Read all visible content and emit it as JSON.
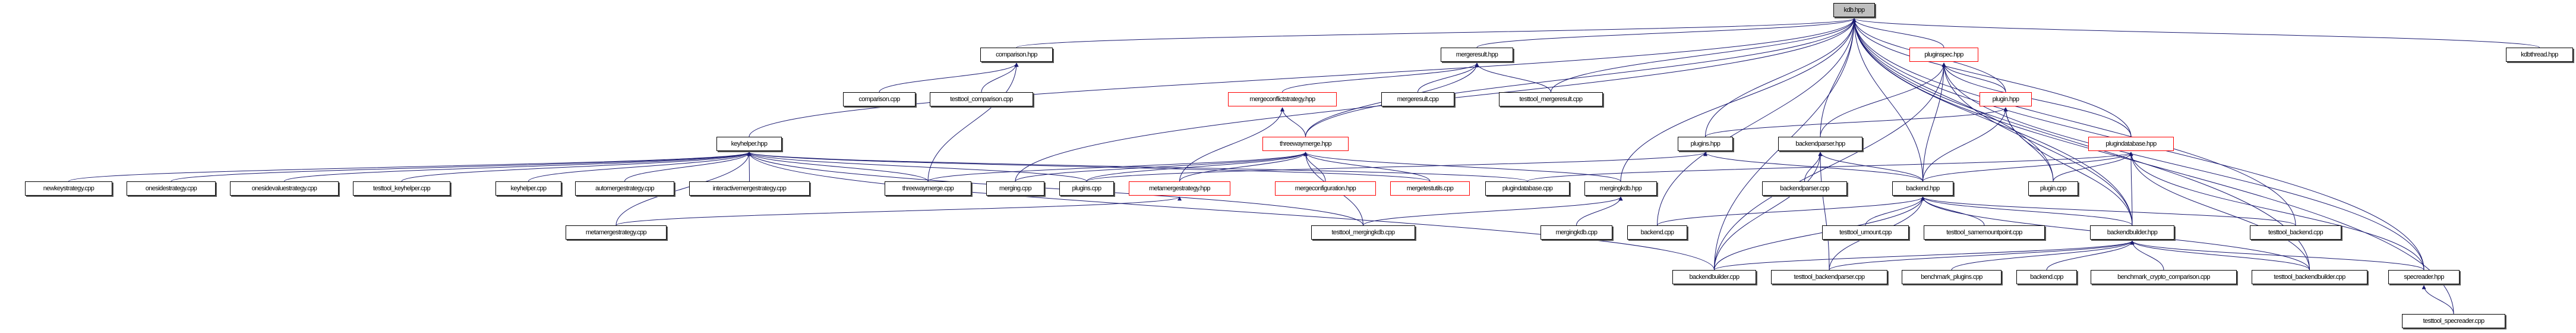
{
  "graph": {
    "type": "include-dependency-graph",
    "edge_color": "#191970",
    "highlight_border_color": "#ff0000",
    "root_fill_color": "#bfbfbf",
    "nodes": [
      {
        "id": "kdb_hpp",
        "label": "kdb.hpp",
        "style": "root"
      },
      {
        "id": "comparison_hpp",
        "label": "comparison.hpp",
        "style": "normal"
      },
      {
        "id": "mergeresult_hpp",
        "label": "mergeresult.hpp",
        "style": "normal"
      },
      {
        "id": "pluginspec_hpp",
        "label": "pluginspec.hpp",
        "style": "red"
      },
      {
        "id": "kdbthread_hpp",
        "label": "kdbthread.hpp",
        "style": "normal"
      },
      {
        "id": "comparison_cpp",
        "label": "comparison.cpp",
        "style": "normal"
      },
      {
        "id": "testtool_comparison_cpp",
        "label": "testtool_comparison.cpp",
        "style": "normal"
      },
      {
        "id": "mergeconflictstrategy_hpp",
        "label": "mergeconflictstrategy.hpp",
        "style": "red"
      },
      {
        "id": "mergeresult_cpp",
        "label": "mergeresult.cpp",
        "style": "normal"
      },
      {
        "id": "testtool_mergeresult_cpp",
        "label": "testtool_mergeresult.cpp",
        "style": "normal"
      },
      {
        "id": "plugin_hpp",
        "label": "plugin.hpp",
        "style": "red"
      },
      {
        "id": "keyhelper_hpp",
        "label": "keyhelper.hpp",
        "style": "normal"
      },
      {
        "id": "threewaymerge_hpp",
        "label": "threewaymerge.hpp",
        "style": "red"
      },
      {
        "id": "plugins_hpp",
        "label": "plugins.hpp",
        "style": "normal"
      },
      {
        "id": "backendparser_hpp",
        "label": "backendparser.hpp",
        "style": "normal"
      },
      {
        "id": "plugindatabase_hpp",
        "label": "plugindatabase.hpp",
        "style": "red"
      },
      {
        "id": "newkeystrategy_cpp",
        "label": "newkeystrategy.cpp",
        "style": "normal"
      },
      {
        "id": "onesidestrategy_cpp",
        "label": "onesidestrategy.cpp",
        "style": "normal"
      },
      {
        "id": "onesidevaluestrategy_cpp",
        "label": "onesidevaluestrategy.cpp",
        "style": "normal"
      },
      {
        "id": "testtool_keyhelper_cpp",
        "label": "testtool_keyhelper.cpp",
        "style": "normal"
      },
      {
        "id": "keyhelper_cpp",
        "label": "keyhelper.cpp",
        "style": "normal"
      },
      {
        "id": "automergestrategy_cpp",
        "label": "automergestrategy.cpp",
        "style": "normal"
      },
      {
        "id": "interactivemergestrategy_cpp",
        "label": "interactivemergestrategy.cpp",
        "style": "normal"
      },
      {
        "id": "threewaymerge_cpp",
        "label": "threewaymerge.cpp",
        "style": "normal"
      },
      {
        "id": "merging_cpp",
        "label": "merging.cpp",
        "style": "normal"
      },
      {
        "id": "plugins_cpp",
        "label": "plugins.cpp",
        "style": "normal"
      },
      {
        "id": "metamergestrategy_hpp",
        "label": "metamergestrategy.hpp",
        "style": "red"
      },
      {
        "id": "mergeconfiguration_hpp",
        "label": "mergeconfiguration.hpp",
        "style": "red"
      },
      {
        "id": "mergetestutils_cpp",
        "label": "mergetestutils.cpp",
        "style": "red"
      },
      {
        "id": "plugindatabase_cpp",
        "label": "plugindatabase.cpp",
        "style": "normal"
      },
      {
        "id": "mergingkdb_hpp",
        "label": "mergingkdb.hpp",
        "style": "normal"
      },
      {
        "id": "backendparser_cpp",
        "label": "backendparser.cpp",
        "style": "normal"
      },
      {
        "id": "backend_hpp",
        "label": "backend.hpp",
        "style": "normal"
      },
      {
        "id": "plugin_cpp",
        "label": "plugin.cpp",
        "style": "normal"
      },
      {
        "id": "metamergestrategy_cpp",
        "label": "metamergestrategy.cpp",
        "style": "normal"
      },
      {
        "id": "testtool_mergingkdb_cpp",
        "label": "testtool_mergingkdb.cpp",
        "style": "normal"
      },
      {
        "id": "mergingkdb_cpp",
        "label": "mergingkdb.cpp",
        "style": "normal"
      },
      {
        "id": "backend_cpp_a",
        "label": "backend.cpp",
        "style": "normal"
      },
      {
        "id": "testtool_umount_cpp",
        "label": "testtool_umount.cpp",
        "style": "normal"
      },
      {
        "id": "testtool_samemountpoint_cpp",
        "label": "testtool_samemountpoint.cpp",
        "style": "normal"
      },
      {
        "id": "backendbuilder_hpp",
        "label": "backendbuilder.hpp",
        "style": "normal"
      },
      {
        "id": "testtool_backend_cpp",
        "label": "testtool_backend.cpp",
        "style": "normal"
      },
      {
        "id": "backendbuilder_cpp",
        "label": "backendbuilder.cpp",
        "style": "normal"
      },
      {
        "id": "testtool_backendparser_cpp",
        "label": "testtool_backendparser.cpp",
        "style": "normal"
      },
      {
        "id": "benchmark_plugins_cpp",
        "label": "benchmark_plugins.cpp",
        "style": "normal"
      },
      {
        "id": "backend_cpp_b",
        "label": "backend.cpp",
        "style": "normal"
      },
      {
        "id": "benchmark_crypto_comparison_cpp",
        "label": "benchmark_crypto_comparison.cpp",
        "style": "normal"
      },
      {
        "id": "testtool_backendbuilder_cpp",
        "label": "testtool_backendbuilder.cpp",
        "style": "normal"
      },
      {
        "id": "specreader_hpp",
        "label": "specreader.hpp",
        "style": "normal"
      },
      {
        "id": "testtool_specreader_cpp",
        "label": "testtool_specreader.cpp",
        "style": "normal"
      }
    ],
    "edges": [
      [
        "comparison_hpp",
        "kdb_hpp"
      ],
      [
        "mergeresult_hpp",
        "kdb_hpp"
      ],
      [
        "keyhelper_hpp",
        "kdb_hpp"
      ],
      [
        "threewaymerge_hpp",
        "kdb_hpp"
      ],
      [
        "merging_cpp",
        "kdb_hpp"
      ],
      [
        "testtool_mergeresult_cpp",
        "kdb_hpp"
      ],
      [
        "mergingkdb_hpp",
        "kdb_hpp"
      ],
      [
        "backend_cpp_a",
        "kdb_hpp"
      ],
      [
        "plugins_hpp",
        "kdb_hpp"
      ],
      [
        "backendparser_hpp",
        "kdb_hpp"
      ],
      [
        "backend_hpp",
        "kdb_hpp"
      ],
      [
        "pluginspec_hpp",
        "kdb_hpp"
      ],
      [
        "plugin_hpp",
        "kdb_hpp"
      ],
      [
        "plugin_cpp",
        "kdb_hpp"
      ],
      [
        "plugindatabase_hpp",
        "kdb_hpp"
      ],
      [
        "backendbuilder_hpp",
        "kdb_hpp"
      ],
      [
        "testtool_backend_cpp",
        "kdb_hpp"
      ],
      [
        "testtool_backendbuilder_cpp",
        "kdb_hpp"
      ],
      [
        "specreader_hpp",
        "kdb_hpp"
      ],
      [
        "testtool_specreader_cpp",
        "kdb_hpp"
      ],
      [
        "kdbthread_hpp",
        "kdb_hpp"
      ],
      [
        "backendbuilder_cpp",
        "kdb_hpp"
      ],
      [
        "comparison_cpp",
        "comparison_hpp"
      ],
      [
        "testtool_comparison_cpp",
        "comparison_hpp"
      ],
      [
        "threewaymerge_cpp",
        "comparison_hpp"
      ],
      [
        "mergeresult_cpp",
        "mergeresult_hpp"
      ],
      [
        "testtool_mergeresult_cpp",
        "mergeresult_hpp"
      ],
      [
        "mergeconflictstrategy_hpp",
        "mergeresult_hpp"
      ],
      [
        "threewaymerge_hpp",
        "mergeresult_hpp"
      ],
      [
        "threewaymerge_hpp",
        "mergeconflictstrategy_hpp"
      ],
      [
        "metamergestrategy_hpp",
        "mergeconflictstrategy_hpp"
      ],
      [
        "newkeystrategy_cpp",
        "keyhelper_hpp"
      ],
      [
        "onesidestrategy_cpp",
        "keyhelper_hpp"
      ],
      [
        "onesidevaluestrategy_cpp",
        "keyhelper_hpp"
      ],
      [
        "testtool_keyhelper_cpp",
        "keyhelper_hpp"
      ],
      [
        "keyhelper_cpp",
        "keyhelper_hpp"
      ],
      [
        "automergestrategy_cpp",
        "keyhelper_hpp"
      ],
      [
        "interactivemergestrategy_cpp",
        "keyhelper_hpp"
      ],
      [
        "threewaymerge_cpp",
        "keyhelper_hpp"
      ],
      [
        "plugins_cpp",
        "keyhelper_hpp"
      ],
      [
        "metamergestrategy_cpp",
        "keyhelper_hpp"
      ],
      [
        "mergetestutils_cpp",
        "keyhelper_hpp"
      ],
      [
        "testtool_mergingkdb_cpp",
        "keyhelper_hpp"
      ],
      [
        "backendbuilder_cpp",
        "keyhelper_hpp"
      ],
      [
        "plugindatabase_cpp",
        "keyhelper_hpp"
      ],
      [
        "threewaymerge_cpp",
        "threewaymerge_hpp"
      ],
      [
        "merging_cpp",
        "threewaymerge_hpp"
      ],
      [
        "plugins_cpp",
        "threewaymerge_hpp"
      ],
      [
        "metamergestrategy_hpp",
        "threewaymerge_hpp"
      ],
      [
        "mergeconfiguration_hpp",
        "threewaymerge_hpp"
      ],
      [
        "mergetestutils_cpp",
        "threewaymerge_hpp"
      ],
      [
        "mergingkdb_hpp",
        "threewaymerge_hpp"
      ],
      [
        "testtool_mergingkdb_cpp",
        "threewaymerge_hpp"
      ],
      [
        "metamergestrategy_cpp",
        "metamergestrategy_hpp"
      ],
      [
        "mergingkdb_cpp",
        "mergingkdb_hpp"
      ],
      [
        "testtool_mergingkdb_cpp",
        "mergingkdb_hpp"
      ],
      [
        "backendparser_hpp",
        "pluginspec_hpp"
      ],
      [
        "backend_hpp",
        "pluginspec_hpp"
      ],
      [
        "plugin_hpp",
        "pluginspec_hpp"
      ],
      [
        "plugindatabase_hpp",
        "pluginspec_hpp"
      ],
      [
        "backendbuilder_hpp",
        "pluginspec_hpp"
      ],
      [
        "specreader_hpp",
        "pluginspec_hpp"
      ],
      [
        "backendbuilder_cpp",
        "pluginspec_hpp"
      ],
      [
        "plugins_hpp",
        "plugin_hpp"
      ],
      [
        "backend_hpp",
        "plugin_hpp"
      ],
      [
        "plugin_cpp",
        "plugin_hpp"
      ],
      [
        "backendbuilder_hpp",
        "plugin_hpp"
      ],
      [
        "plugindatabase_cpp",
        "plugindatabase_hpp"
      ],
      [
        "plugin_cpp",
        "plugindatabase_hpp"
      ],
      [
        "backendbuilder_hpp",
        "plugindatabase_hpp"
      ],
      [
        "backend_hpp",
        "plugindatabase_hpp"
      ],
      [
        "testtool_backendbuilder_cpp",
        "plugindatabase_hpp"
      ],
      [
        "specreader_hpp",
        "plugindatabase_hpp"
      ],
      [
        "backend_hpp",
        "plugins_hpp"
      ],
      [
        "plugins_cpp",
        "plugins_hpp"
      ],
      [
        "backendparser_cpp",
        "backendparser_hpp"
      ],
      [
        "backend_hpp",
        "backendparser_hpp"
      ],
      [
        "backendbuilder_cpp",
        "backendparser_hpp"
      ],
      [
        "testtool_backendparser_cpp",
        "backendparser_hpp"
      ],
      [
        "backend_cpp_a",
        "backend_hpp"
      ],
      [
        "testtool_umount_cpp",
        "backend_hpp"
      ],
      [
        "testtool_samemountpoint_cpp",
        "backend_hpp"
      ],
      [
        "backendbuilder_hpp",
        "backend_hpp"
      ],
      [
        "backendbuilder_cpp",
        "backend_hpp"
      ],
      [
        "testtool_backendparser_cpp",
        "backend_hpp"
      ],
      [
        "testtool_backend_cpp",
        "backend_hpp"
      ],
      [
        "testtool_backendbuilder_cpp",
        "backend_hpp"
      ],
      [
        "backendbuilder_cpp",
        "backendbuilder_hpp"
      ],
      [
        "testtool_backendparser_cpp",
        "backendbuilder_hpp"
      ],
      [
        "benchmark_plugins_cpp",
        "backendbuilder_hpp"
      ],
      [
        "backend_cpp_b",
        "backendbuilder_hpp"
      ],
      [
        "benchmark_crypto_comparison_cpp",
        "backendbuilder_hpp"
      ],
      [
        "testtool_backendbuilder_cpp",
        "backendbuilder_hpp"
      ],
      [
        "specreader_hpp",
        "backendbuilder_hpp"
      ],
      [
        "testtool_specreader_cpp",
        "specreader_hpp"
      ]
    ]
  }
}
